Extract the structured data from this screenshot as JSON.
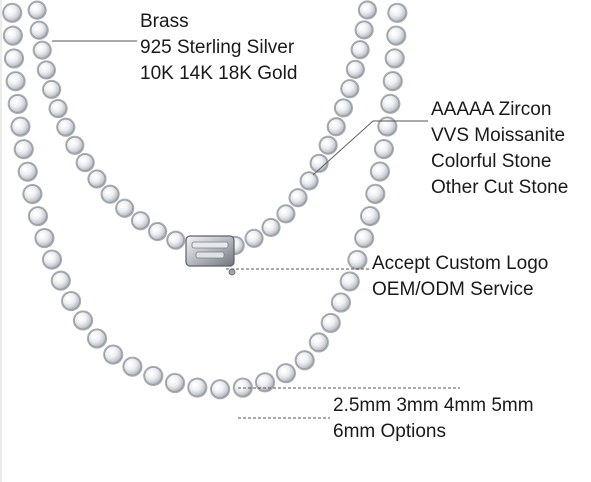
{
  "labels": {
    "material": {
      "line1": "Brass",
      "line2": "925 Sterling Silver",
      "line3": "10K 14K 18K Gold"
    },
    "stone": {
      "line1": "AAAAA Zircon",
      "line2": "VVS Moissanite",
      "line3": "Colorful Stone",
      "line4": "Other Cut Stone"
    },
    "logo": {
      "line1": "Accept Custom Logo",
      "line2": "OEM/ODM Service"
    },
    "size": {
      "line1": "2.5mm 3mm 4mm 5mm",
      "line2": "6mm Options"
    }
  },
  "colors": {
    "background": "#ffffff",
    "text": "#1a1a1a",
    "metal": "#b9bcc1",
    "stone_highlight": "#ffffff",
    "stone_shadow": "#c9ccd2",
    "leader_line": "#555555"
  }
}
